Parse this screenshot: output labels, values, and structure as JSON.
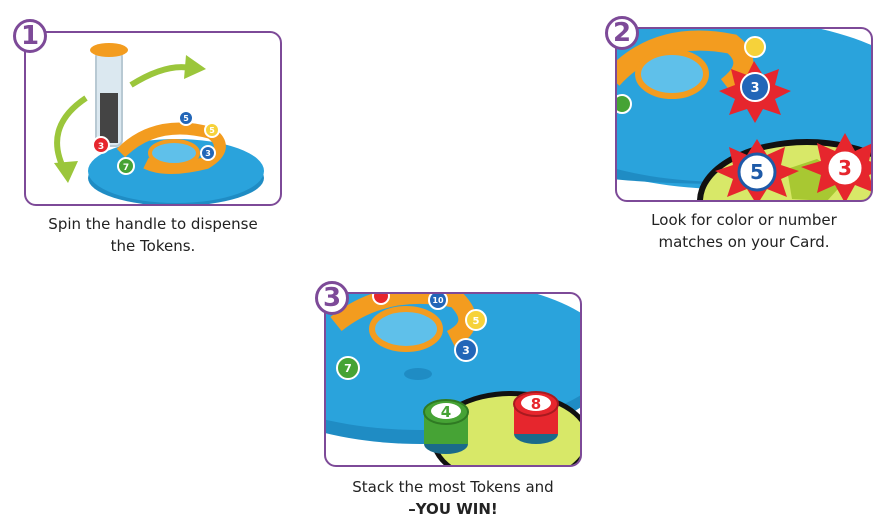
{
  "steps": [
    {
      "number": "1",
      "caption_line1": "Spin the handle to dispense",
      "caption_line2": "the Tokens."
    },
    {
      "number": "2",
      "caption_line1": "Look for color or number",
      "caption_line2": "matches on your Card."
    },
    {
      "number": "3",
      "caption_line1": "Stack the most Tokens and",
      "caption_line2": "–YOU WIN!"
    }
  ],
  "token_labels": {
    "p1": [
      "3",
      "7",
      "5",
      "5",
      "3"
    ],
    "p2": [
      "3",
      "5",
      "3"
    ],
    "p3": [
      "10",
      "5",
      "3",
      "7",
      "4",
      "8"
    ]
  },
  "colors": {
    "frame": "#7d4a98",
    "base_blue": "#2aa3dc",
    "handle_orange": "#f39c1f",
    "arrow_green": "#9bc63b",
    "starburst_red": "#e6262d"
  }
}
